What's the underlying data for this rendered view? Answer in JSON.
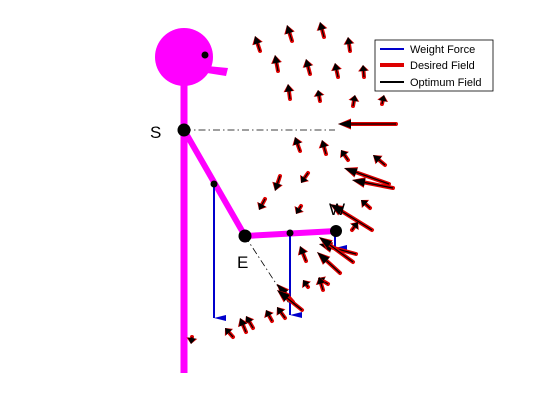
{
  "diagram": {
    "joint_labels": {
      "shoulder": "S",
      "elbow": "E",
      "wrist": "W"
    },
    "colors": {
      "body": "#ff00ff",
      "weight_force": "#0000cc",
      "desired_field": "#dd0000",
      "optimum_field": "#000000",
      "joint": "#000000",
      "dashdot": "#000000"
    },
    "legend": {
      "position": "top-right",
      "items": [
        {
          "label": "Weight Force",
          "color": "#0000cc"
        },
        {
          "label": "Desired Field",
          "color": "#dd0000"
        },
        {
          "label": "Optimum Field",
          "color": "#000000"
        }
      ]
    },
    "icons": [
      "head-icon",
      "eye-icon",
      "nose-icon",
      "joint-dot-icon"
    ]
  }
}
